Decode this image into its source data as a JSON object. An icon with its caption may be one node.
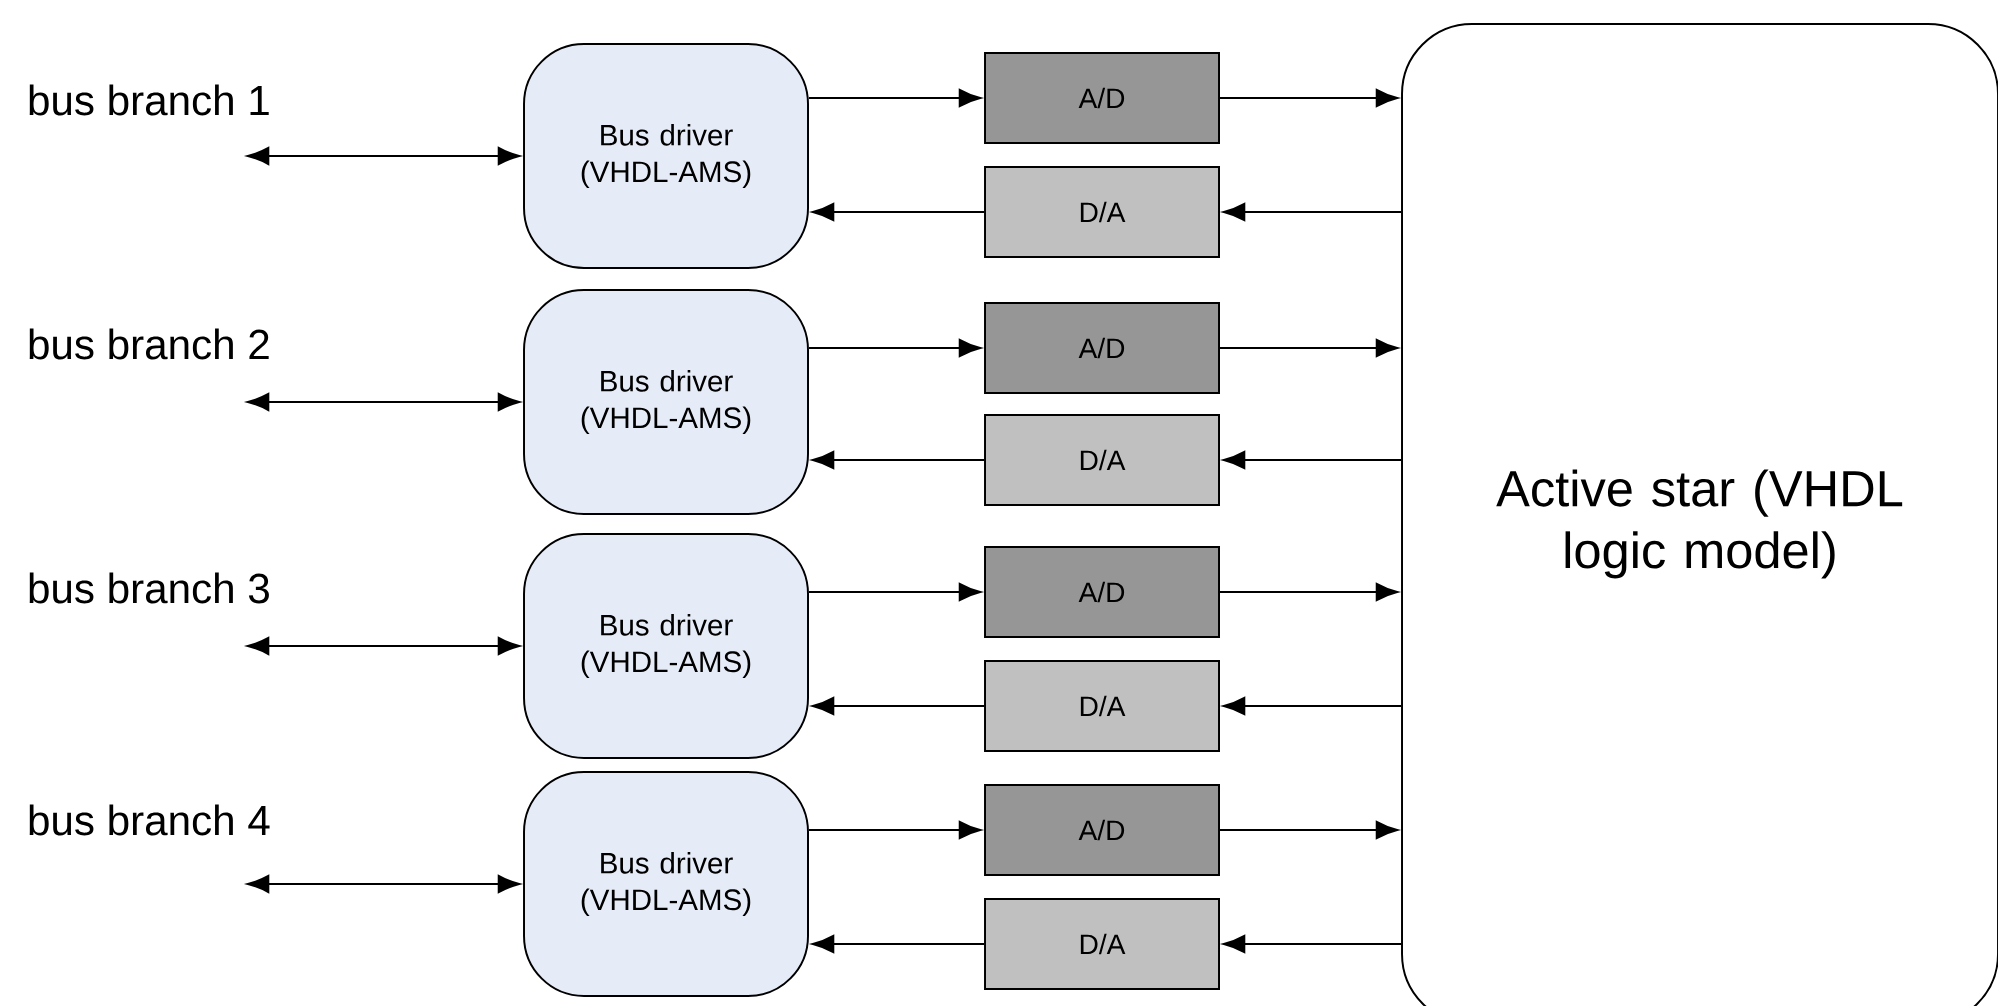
{
  "diagram": {
    "nodes": [
      {
        "text": [
          "Bus driver (VHDL-AMS)"
        ]
      },
      {
        "text": [
          "A/D"
        ]
      },
      {
        "text": [
          "D/A"
        ]
      },
      {
        "text": [
          "Bus driver (VHDL-AMS)"
        ]
      },
      {
        "text": [
          "A/D"
        ]
      },
      {
        "text": [
          "D/A"
        ]
      },
      {
        "text": [
          "Bus driver (VHDL-AMS)"
        ]
      },
      {
        "text": [
          "A/D"
        ]
      },
      {
        "text": [
          "D/A"
        ]
      },
      {
        "text": [
          "Bus driver (VHDL-AMS)"
        ]
      },
      {
        "text": [
          "A/D"
        ]
      },
      {
        "text": [
          "D/A"
        ]
      },
      {
        "text": [
          "Active star (VHDL logic model)"
        ]
      }
    ],
    "edges": [
      {
        "from": null,
        "to": 0,
        "arrow": "both"
      },
      {
        "from": 0,
        "to": 1,
        "arrow": "to"
      },
      {
        "from": 2,
        "to": 0,
        "arrow": "to"
      },
      {
        "from": 1,
        "to": 12,
        "arrow": "to"
      },
      {
        "from": 12,
        "to": 2,
        "arrow": "to"
      },
      {
        "from": null,
        "to": 3,
        "arrow": "both"
      },
      {
        "from": 3,
        "to": 4,
        "arrow": "to"
      },
      {
        "from": 5,
        "to": 3,
        "arrow": "to"
      },
      {
        "from": 4,
        "to": 12,
        "arrow": "to"
      },
      {
        "from": 12,
        "to": 5,
        "arrow": "to"
      },
      {
        "from": null,
        "to": 6,
        "arrow": "both"
      },
      {
        "from": 6,
        "to": 7,
        "arrow": "to"
      },
      {
        "from": 8,
        "to": 6,
        "arrow": "to"
      },
      {
        "from": 7,
        "to": 12,
        "arrow": "to"
      },
      {
        "from": 12,
        "to": 8,
        "arrow": "to"
      },
      {
        "from": null,
        "to": 9,
        "arrow": "both"
      },
      {
        "from": 9,
        "to": 10,
        "arrow": "to"
      },
      {
        "from": 11,
        "to": 9,
        "arrow": "to"
      },
      {
        "from": 10,
        "to": 12,
        "arrow": "to"
      },
      {
        "from": 12,
        "to": 11,
        "arrow": "to"
      }
    ],
    "labels": [
      "bus branch 1",
      "bus branch 2",
      "bus branch 3",
      "bus branch 4"
    ]
  }
}
